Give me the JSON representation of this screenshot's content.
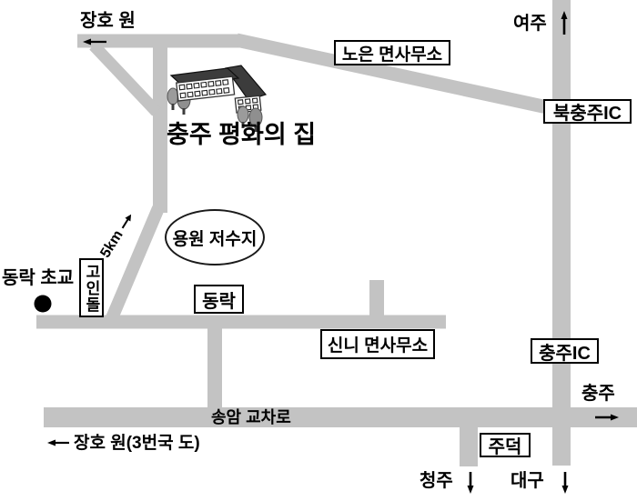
{
  "map": {
    "type": "road-direction-sketch-map",
    "colors": {
      "background": "#ffffff",
      "road": "#c3c3c3",
      "label_border": "#000000",
      "text": "#000000",
      "building_roof": "#3c3c3c",
      "tree": "#9b9b9b"
    },
    "destination_title": "충주 평화의 집",
    "labels": {
      "jangho_won_top": "장호 원",
      "yeoju": "여주",
      "noeun_office": "노은 면사무소",
      "bukchungju_ic": "북충주IC",
      "distance_5km": "5km",
      "yongwon_reservoir": "용원 저수지",
      "dongnak_elementary": "동락 초교",
      "goindol": "고인돌",
      "dongnak": "동락",
      "sinni_office": "신니 면사무소",
      "chungju_ic": "충주IC",
      "songam_junction": "송암 교차로",
      "jangho_won_road3": "장호 원(3번국 도)",
      "chungju": "충주",
      "judeok": "주덕",
      "cheongju": "청주",
      "daegu": "대구"
    }
  }
}
